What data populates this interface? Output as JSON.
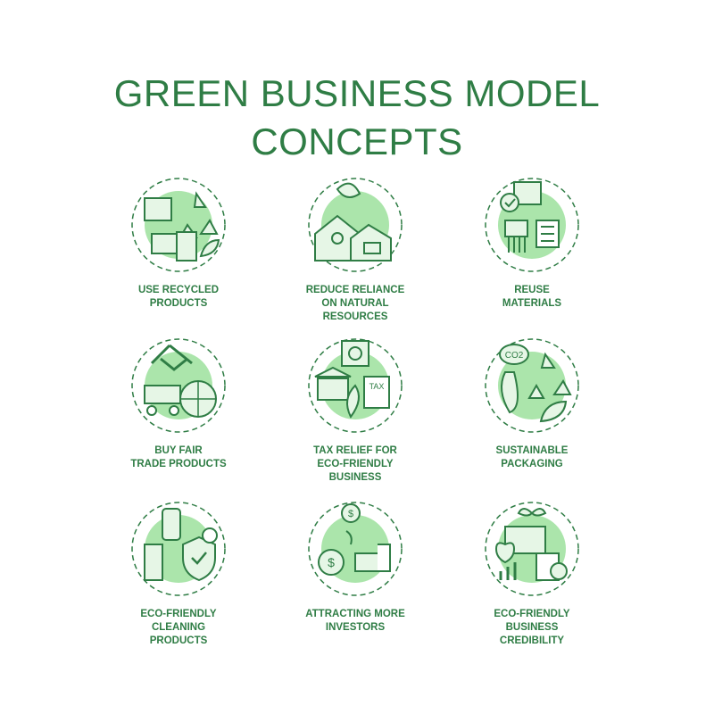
{
  "title_line1": "GREEN BUSINESS MODEL",
  "title_line2": "CONCEPTS",
  "colors": {
    "primary": "#2f7d45",
    "fill": "#8fdc8f",
    "light": "#e6f6e6"
  },
  "concepts": [
    {
      "label": "USE RECYCLED\nPRODUCTS",
      "icon": "recycle-icon"
    },
    {
      "label": "REDUCE RELIANCE\nON NATURAL\nRESOURCES",
      "icon": "house-leaf-icon"
    },
    {
      "label": "REUSE\nMATERIALS",
      "icon": "box-checklist-icon"
    },
    {
      "label": "BUY FAIR\nTRADE PRODUCTS",
      "icon": "handshake-icon"
    },
    {
      "label": "TAX RELIEF FOR\nECO-FRIENDLY\nBUSINESS",
      "icon": "bank-tax-icon"
    },
    {
      "label": "SUSTAINABLE\nPACKAGING",
      "icon": "co2-recycle-icon"
    },
    {
      "label": "ECO-FRIENDLY\nCLEANING\nPRODUCTS",
      "icon": "spray-shield-icon"
    },
    {
      "label": "ATTRACTING MORE\nINVESTORS",
      "icon": "money-plant-icon"
    },
    {
      "label": "ECO-FRIENDLY\nBUSINESS\nCREDIBILITY",
      "icon": "briefcase-award-icon"
    }
  ]
}
